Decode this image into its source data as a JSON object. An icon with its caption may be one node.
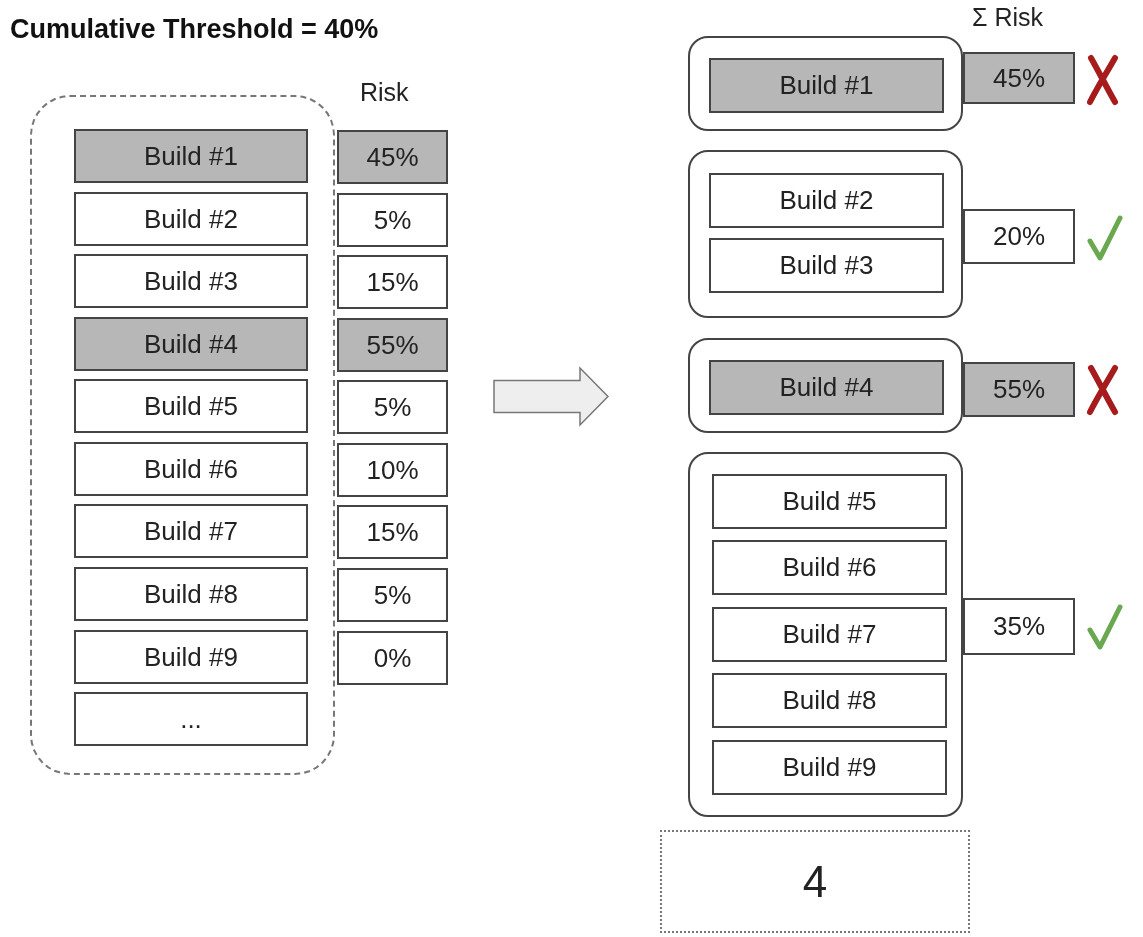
{
  "diagram": {
    "title": "Cumulative Threshold = 40%",
    "nodes": [
      {
        "text": [],
        "shape": "box"
      },
      {
        "text": [
          "Build #1"
        ],
        "in": 0
      },
      {
        "text": [
          "Build #2"
        ],
        "in": 0
      },
      {
        "text": [
          "Build #3"
        ],
        "in": 0
      },
      {
        "text": [
          "Build #4"
        ],
        "in": 0
      },
      {
        "text": [
          "Build #5"
        ],
        "in": 0
      },
      {
        "text": [
          "Build #6"
        ],
        "in": 0
      },
      {
        "text": [
          "Build #7"
        ],
        "in": 0
      },
      {
        "text": [
          "Build #8"
        ],
        "in": 0
      },
      {
        "text": [
          "Build #9"
        ],
        "in": 0
      },
      {
        "text": [
          "..."
        ],
        "in": 0
      },
      {
        "text": [
          "45%"
        ]
      },
      {
        "text": [
          "5%"
        ]
      },
      {
        "text": [
          "15%"
        ]
      },
      {
        "text": [
          "55%"
        ]
      },
      {
        "text": [
          "5%"
        ]
      },
      {
        "text": [
          "10%"
        ]
      },
      {
        "text": [
          "15%"
        ]
      },
      {
        "text": [
          "5%"
        ]
      },
      {
        "text": [
          "0%"
        ]
      },
      {
        "text": [],
        "shape": "box"
      },
      {
        "text": [
          "Build #1"
        ],
        "in": 20
      },
      {
        "text": [
          "45%"
        ]
      },
      {
        "text": [],
        "shape": "box"
      },
      {
        "text": [
          "Build #2"
        ],
        "in": 23
      },
      {
        "text": [
          "Build #3"
        ],
        "in": 23
      },
      {
        "text": [
          "20%"
        ]
      },
      {
        "text": [],
        "shape": "box"
      },
      {
        "text": [
          "Build #4"
        ],
        "in": 27
      },
      {
        "text": [
          "55%"
        ]
      },
      {
        "text": [],
        "shape": "box"
      },
      {
        "text": [
          "Build #5"
        ],
        "in": 30
      },
      {
        "text": [
          "Build #6"
        ],
        "in": 30
      },
      {
        "text": [
          "Build #7"
        ],
        "in": 30
      },
      {
        "text": [
          "Build #8"
        ],
        "in": 30
      },
      {
        "text": [
          "Build #9"
        ],
        "in": 30
      },
      {
        "text": [
          "35%"
        ]
      },
      {
        "text": [
          "4"
        ]
      }
    ],
    "labels": [
      "Risk",
      "Σ Risk"
    ]
  }
}
